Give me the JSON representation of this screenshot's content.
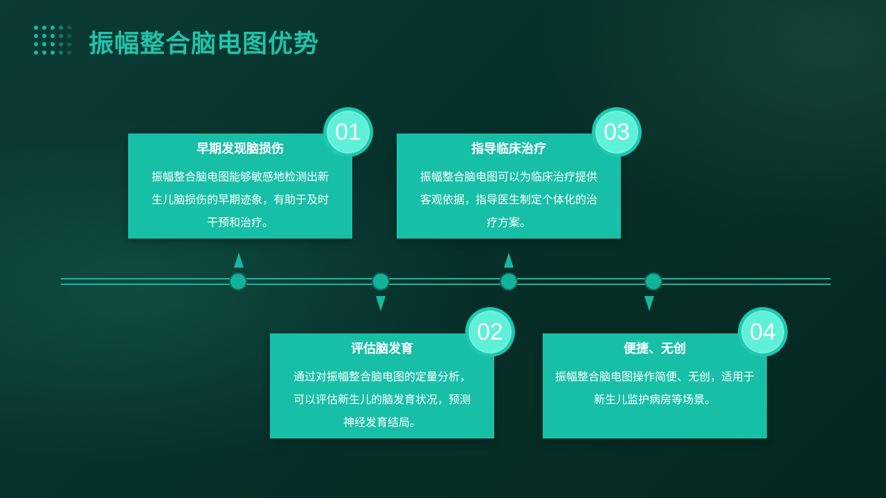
{
  "page": {
    "title": "振幅整合脑电图优势"
  },
  "colors": {
    "accent": "#1ec3a9",
    "card": "#17bfa6",
    "badge_inner": "#5ff0d8",
    "background": "#06302a"
  },
  "icons": {
    "title_decoration": "dot-grid-icon"
  },
  "cards": [
    {
      "number": "01",
      "title": "早期发现脑损伤",
      "body": "振幅整合脑电图能够敏感地检测出新生儿脑损伤的早期迹象，有助于及时干预和治疗。"
    },
    {
      "number": "02",
      "title": "评估脑发育",
      "body": "通过对振幅整合脑电图的定量分析，可以评估新生儿的脑发育状况，预测神经发育结局。"
    },
    {
      "number": "03",
      "title": "指导临床治疗",
      "body": "振幅整合脑电图可以为临床治疗提供客观依据，指导医生制定个体化的治疗方案。"
    },
    {
      "number": "04",
      "title": "便捷、无创",
      "body": "振幅整合脑电图操作简便、无创，适用于新生儿监护病房等场景。"
    }
  ]
}
